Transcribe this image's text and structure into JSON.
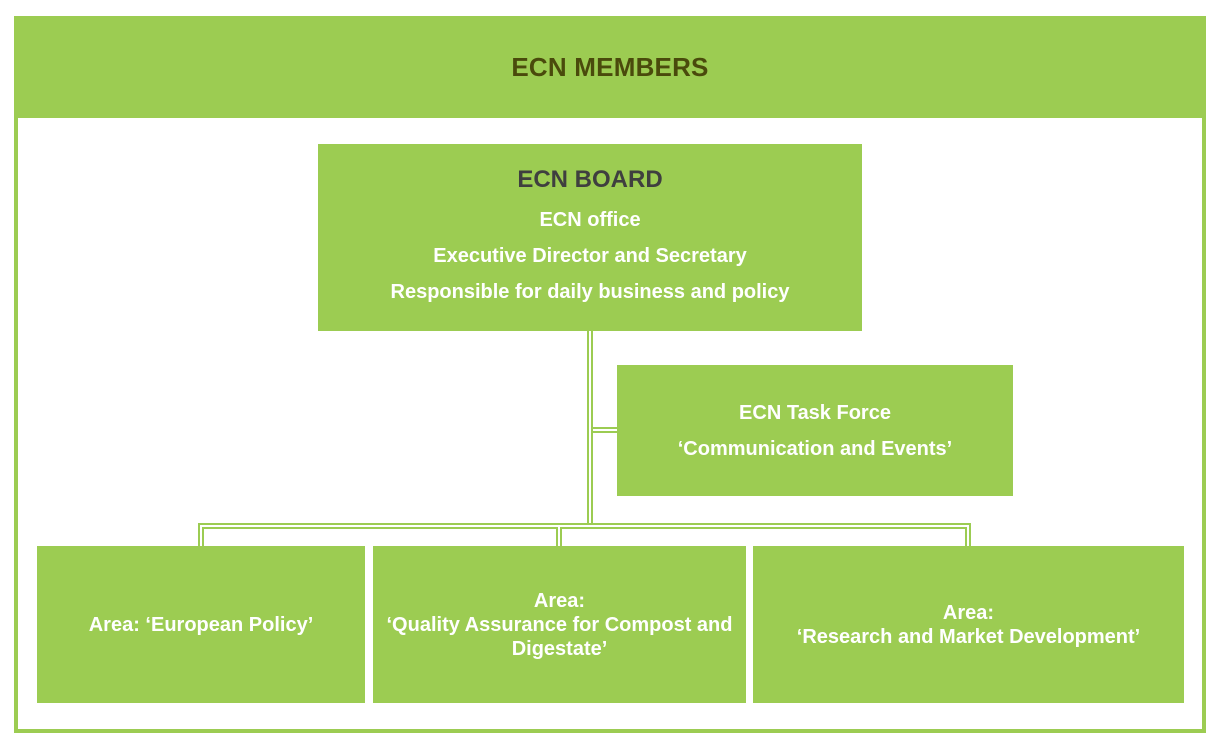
{
  "diagram": {
    "members_title": "ECN MEMBERS",
    "board": {
      "title": "ECN BOARD",
      "line1": "ECN office",
      "line2": "Executive Director and Secretary",
      "line3": "Responsible for daily business and policy"
    },
    "task_force": {
      "line1": "ECN Task Force",
      "line2": "‘Communication and Events’"
    },
    "areas": [
      {
        "lines": [
          "Area: ‘European Policy’"
        ]
      },
      {
        "lines": [
          "Area:",
          "‘Quality Assurance for Compost and",
          "Digestate’"
        ]
      },
      {
        "lines": [
          "Area:",
          "‘Research and Market Development’"
        ]
      }
    ],
    "colors": {
      "box_fill": "#9ccc52",
      "header_text": "#4a4a0c",
      "board_title_text": "#3f3f3f",
      "box_text": "#ffffff"
    }
  }
}
